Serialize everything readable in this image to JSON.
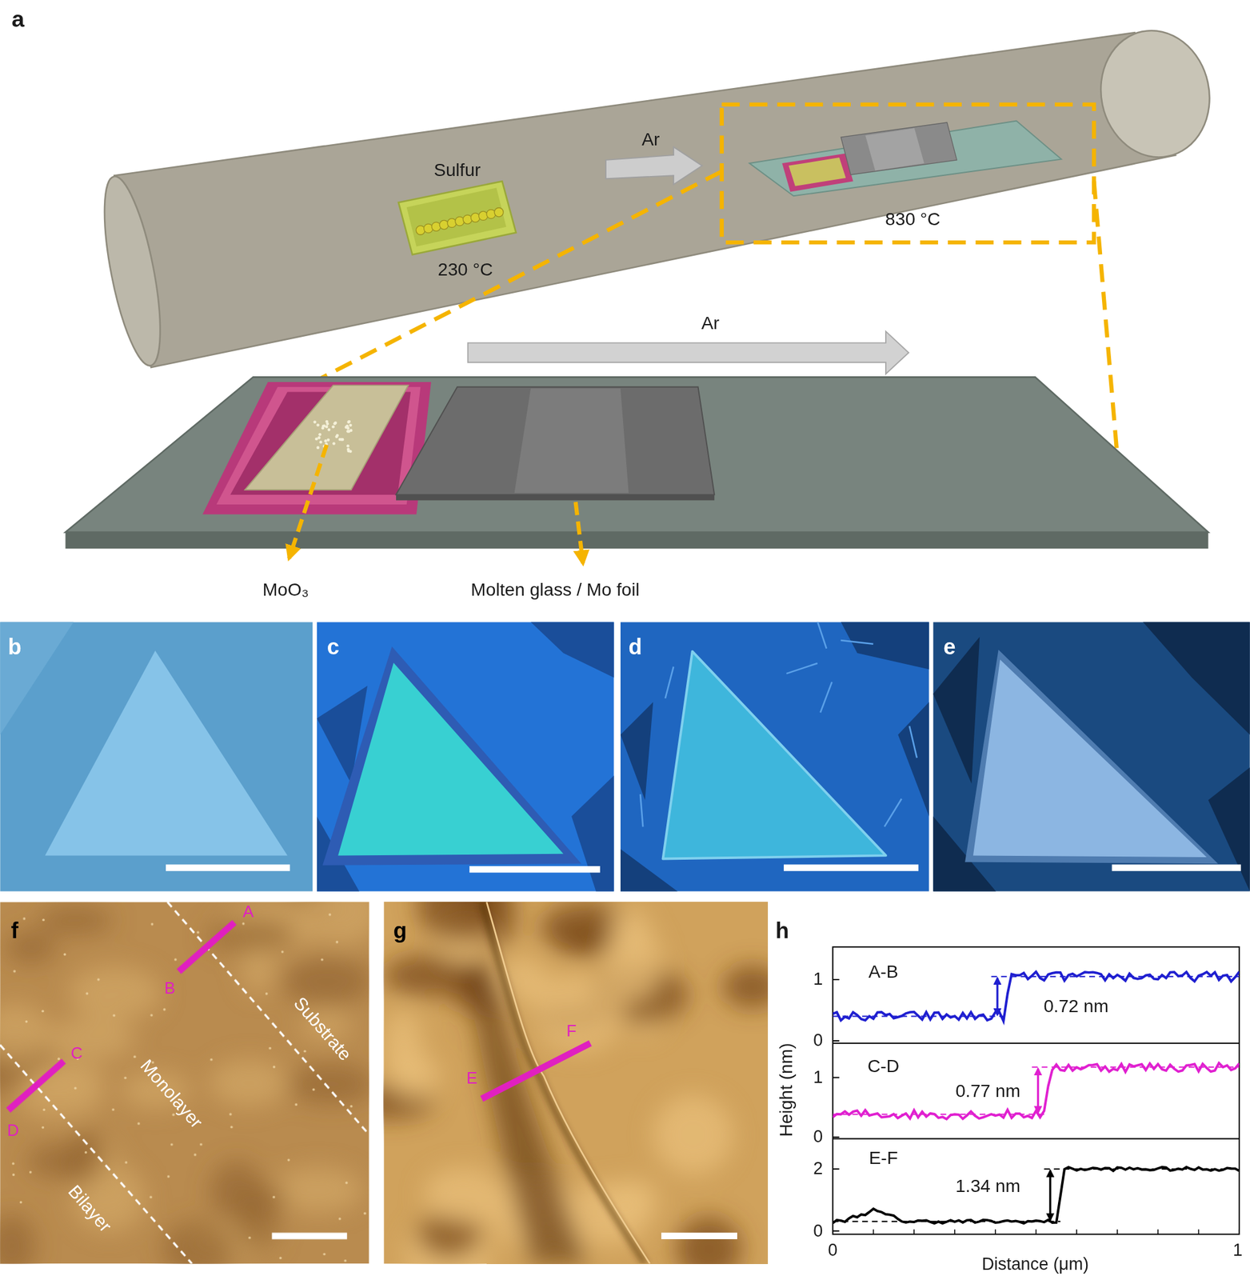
{
  "diagram": {
    "labels": [
      "a",
      "Sulfur",
      "230 °C",
      "Ar",
      "830 °C",
      "Ar",
      "MoO₃",
      "Molten glass / Mo foil",
      "b",
      "c",
      "d",
      "e",
      "f",
      "A",
      "B",
      "C",
      "D",
      "Substrate",
      "Monolayer",
      "Bilayer",
      "g",
      "E",
      "F",
      "h",
      "A-B",
      "0.72 nm",
      "C-D",
      "0.77 nm",
      "E-F",
      "1.34 nm",
      "1",
      "0",
      "1",
      "0",
      "2",
      "0",
      "0",
      "1",
      "Height (nm)",
      "Distance (μm)"
    ]
  }
}
